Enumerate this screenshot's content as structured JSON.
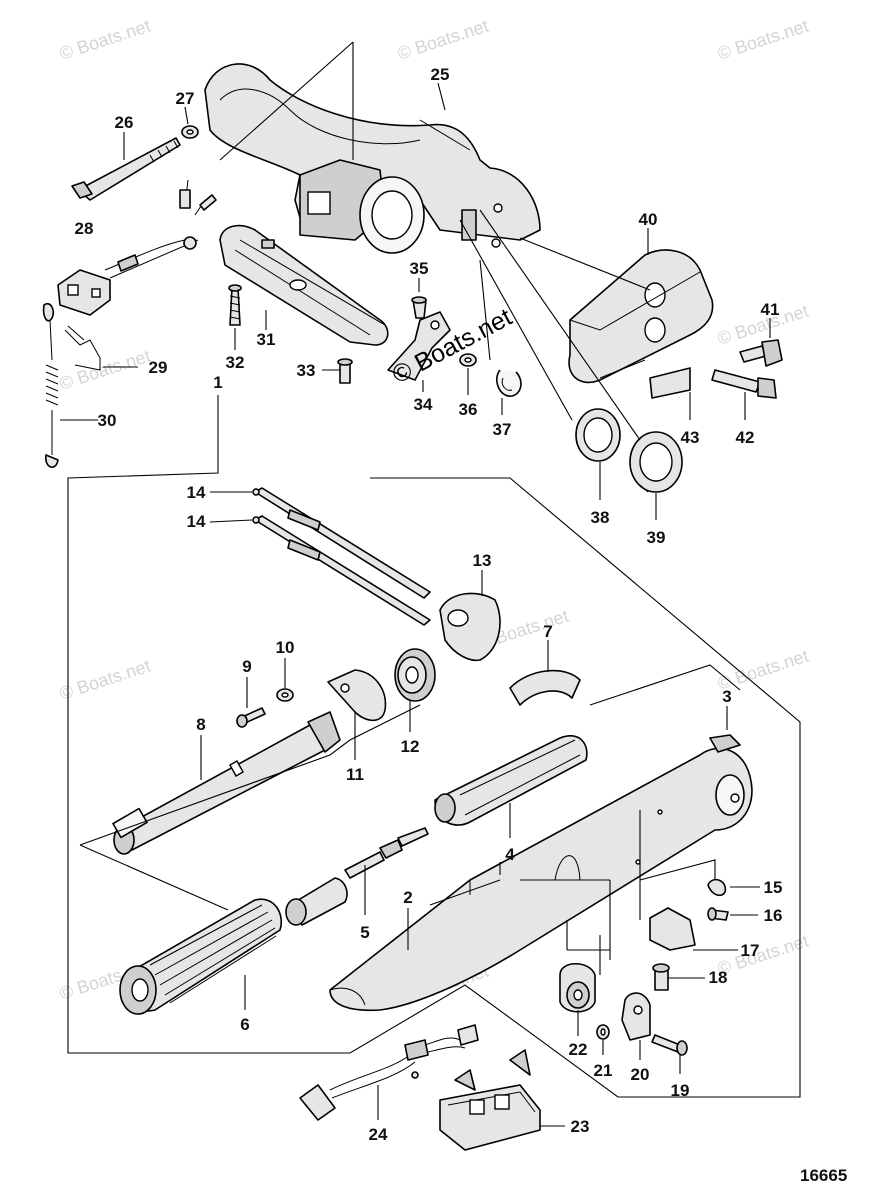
{
  "watermark": "© Boats.net",
  "center_watermark": "© Boats.net",
  "diagram_code": "16665",
  "callouts": [
    "1",
    "2",
    "3",
    "4",
    "5",
    "6",
    "7",
    "8",
    "9",
    "10",
    "11",
    "12",
    "13",
    "14",
    "14",
    "15",
    "16",
    "17",
    "18",
    "19",
    "20",
    "21",
    "22",
    "23",
    "24",
    "25",
    "26",
    "27",
    "28",
    "29",
    "30",
    "31",
    "32",
    "33",
    "34",
    "35",
    "36",
    "37",
    "38",
    "39",
    "40",
    "41",
    "42",
    "43"
  ]
}
